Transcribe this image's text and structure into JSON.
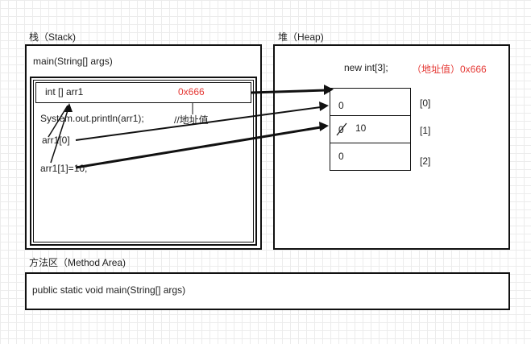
{
  "stack": {
    "title": "栈（Stack)",
    "frame_title": "main(String[] args)",
    "variable_decl": "int [] arr1",
    "variable_value": "0x666",
    "println": "System.out.println(arr1);",
    "comment": "//地址值",
    "access0": "arr1[0]",
    "assign1": "arr1[1]=10;"
  },
  "heap": {
    "title": "堆（Heap)",
    "new_expr": "new int[3];",
    "address_label": "（地址值）0x666",
    "cells": [
      {
        "value": "0",
        "old": "",
        "index": "[0]"
      },
      {
        "value": "10",
        "old": "0",
        "index": "[1]"
      },
      {
        "value": "0",
        "old": "",
        "index": "[2]"
      }
    ]
  },
  "method_area": {
    "title": "方法区（Method Area)",
    "content": "public static void main(String[] args)"
  }
}
